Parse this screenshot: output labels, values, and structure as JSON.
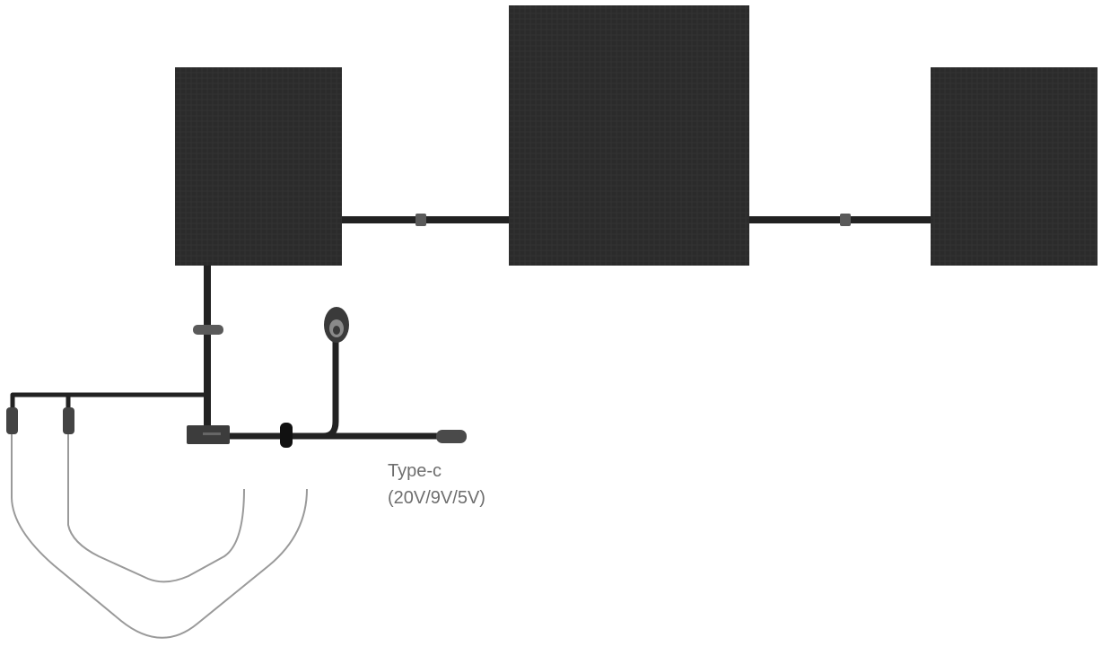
{
  "labels": {
    "port_type": "Type-c",
    "port_voltages": "(20V/9V/5V)"
  },
  "colors": {
    "panel": "#2b2b2b",
    "cable": "#222222",
    "connector": "#5a5a5a",
    "thin_wire": "#9a9a9a",
    "label_text": "#6e6e6e"
  },
  "components": {
    "solar_panels": 3,
    "panel_interconnect_connectors": 2,
    "output_ports": [
      "Type-c",
      "car-charger plug"
    ]
  }
}
